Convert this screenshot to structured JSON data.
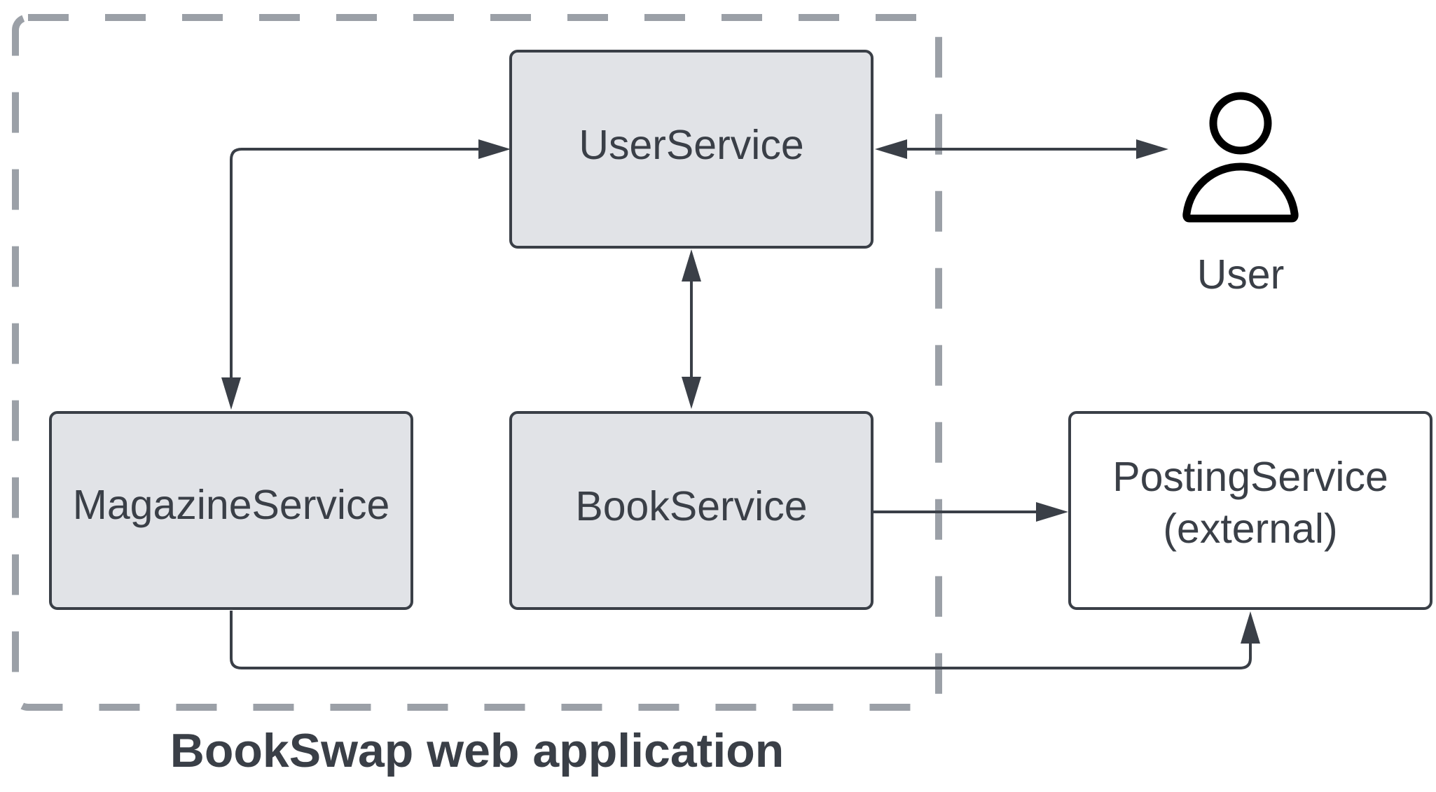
{
  "diagram": {
    "group": {
      "title": "BookSwap web application"
    },
    "nodes": {
      "user_service": {
        "label": "UserService"
      },
      "magazine_service": {
        "label": "MagazineService"
      },
      "book_service": {
        "label": "BookService"
      },
      "posting_service": {
        "line1": "PostingService",
        "line2": "(external)"
      },
      "user": {
        "label": "User"
      }
    },
    "edges": [
      {
        "from": "MagazineService",
        "to": "UserService",
        "direction": "bidirectional"
      },
      {
        "from": "BookService",
        "to": "UserService",
        "direction": "bidirectional"
      },
      {
        "from": "UserService",
        "to": "User",
        "direction": "bidirectional"
      },
      {
        "from": "BookService",
        "to": "PostingService",
        "direction": "forward"
      },
      {
        "from": "MagazineService",
        "to": "PostingService",
        "direction": "forward"
      }
    ],
    "colors": {
      "internal_fill": "#e1e3e7",
      "external_fill": "#ffffff",
      "stroke": "#3a3f47",
      "boundary": "#9ba0a7"
    }
  }
}
